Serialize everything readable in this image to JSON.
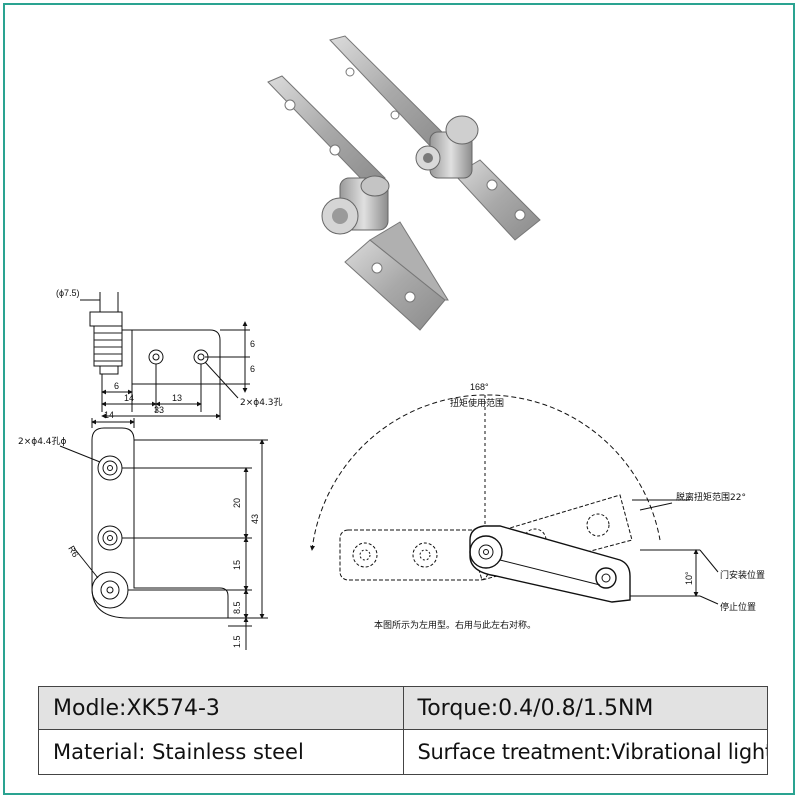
{
  "drawing": {
    "top_view": {
      "dia_label": "(ϕ7.5)",
      "dims_horizontal": [
        "6",
        "14",
        "13",
        "33"
      ],
      "dims_vertical": [
        "6",
        "6"
      ],
      "hole_label": "2×ϕ4.3孔"
    },
    "front_view": {
      "width_label": "14",
      "hole_label": "2×ϕ4.4孔ϕ",
      "radius_label": "R6",
      "dims_vertical": [
        "20",
        "15",
        "8.5",
        "43",
        "1.5"
      ]
    },
    "motion_view": {
      "range_angle": "168°",
      "range_label": "扭矩使用范围",
      "release_label": "脱离扭矩范围22°",
      "stop_angle": "10°",
      "install_label": "门安装位置",
      "stop_label": "停止位置",
      "note": "本图所示为左用型。右用与此左右对称。"
    }
  },
  "specs": {
    "model": "Modle:XK574-3",
    "torque": "Torque:0.4/0.8/1.5NM",
    "material": "Material: Stainless steel",
    "surface": "Surface treatment:Vibrational light"
  },
  "colors": {
    "frame": "#2aa391",
    "header_row": "#e2e2e2",
    "steel": "#b8b8b8"
  }
}
